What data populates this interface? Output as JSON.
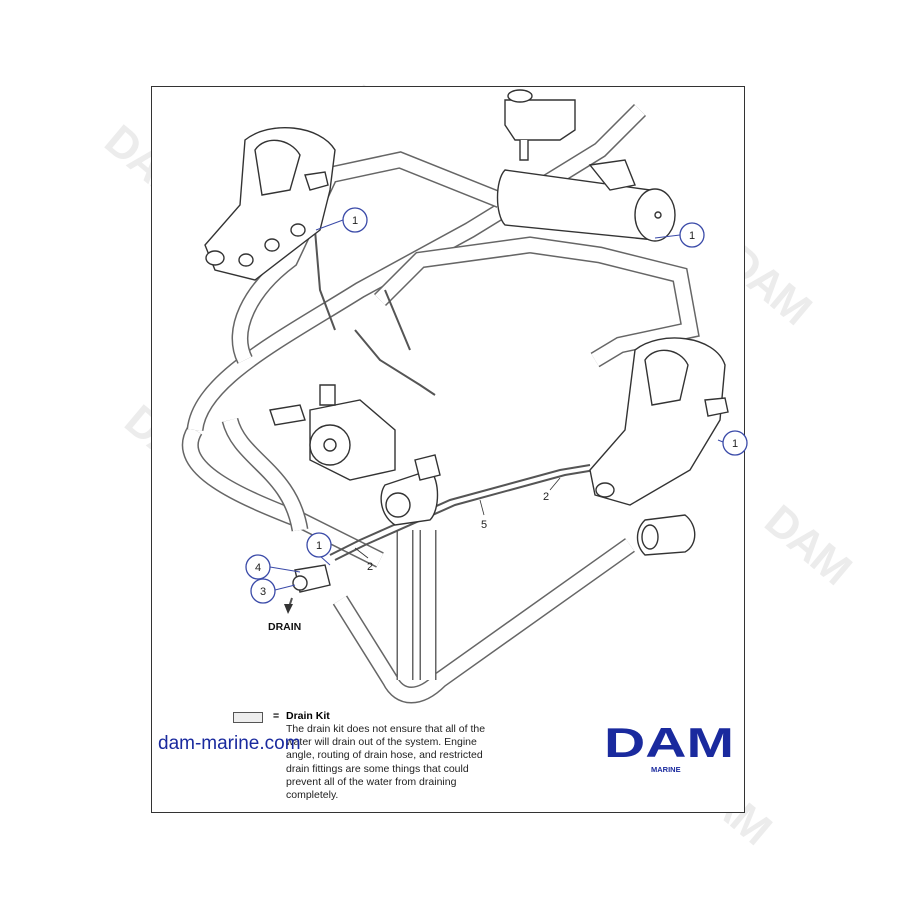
{
  "diagram": {
    "callouts": [
      {
        "id": "c1a",
        "label": "1"
      },
      {
        "id": "c1b",
        "label": "1"
      },
      {
        "id": "c1c",
        "label": "1"
      },
      {
        "id": "c1d",
        "label": "1"
      },
      {
        "id": "c4",
        "label": "4"
      },
      {
        "id": "c3",
        "label": "3"
      }
    ],
    "part_labels": {
      "two_left": "2",
      "two_right": "2",
      "five": "5"
    },
    "drain_label": "DRAIN"
  },
  "legend": {
    "equals": "=",
    "title": "Drain Kit",
    "text": "The drain kit does not ensure that all of the water will drain out of the system. Engine angle, routing of drain hose, and restricted drain fittings are some things that could prevent all of the water from draining completely."
  },
  "branding": {
    "url": "dam-marine.com",
    "logo_text": "DAM",
    "logo_subtext": "MARINE",
    "watermark": "DAM",
    "brand_color": "#1a2a9e"
  }
}
